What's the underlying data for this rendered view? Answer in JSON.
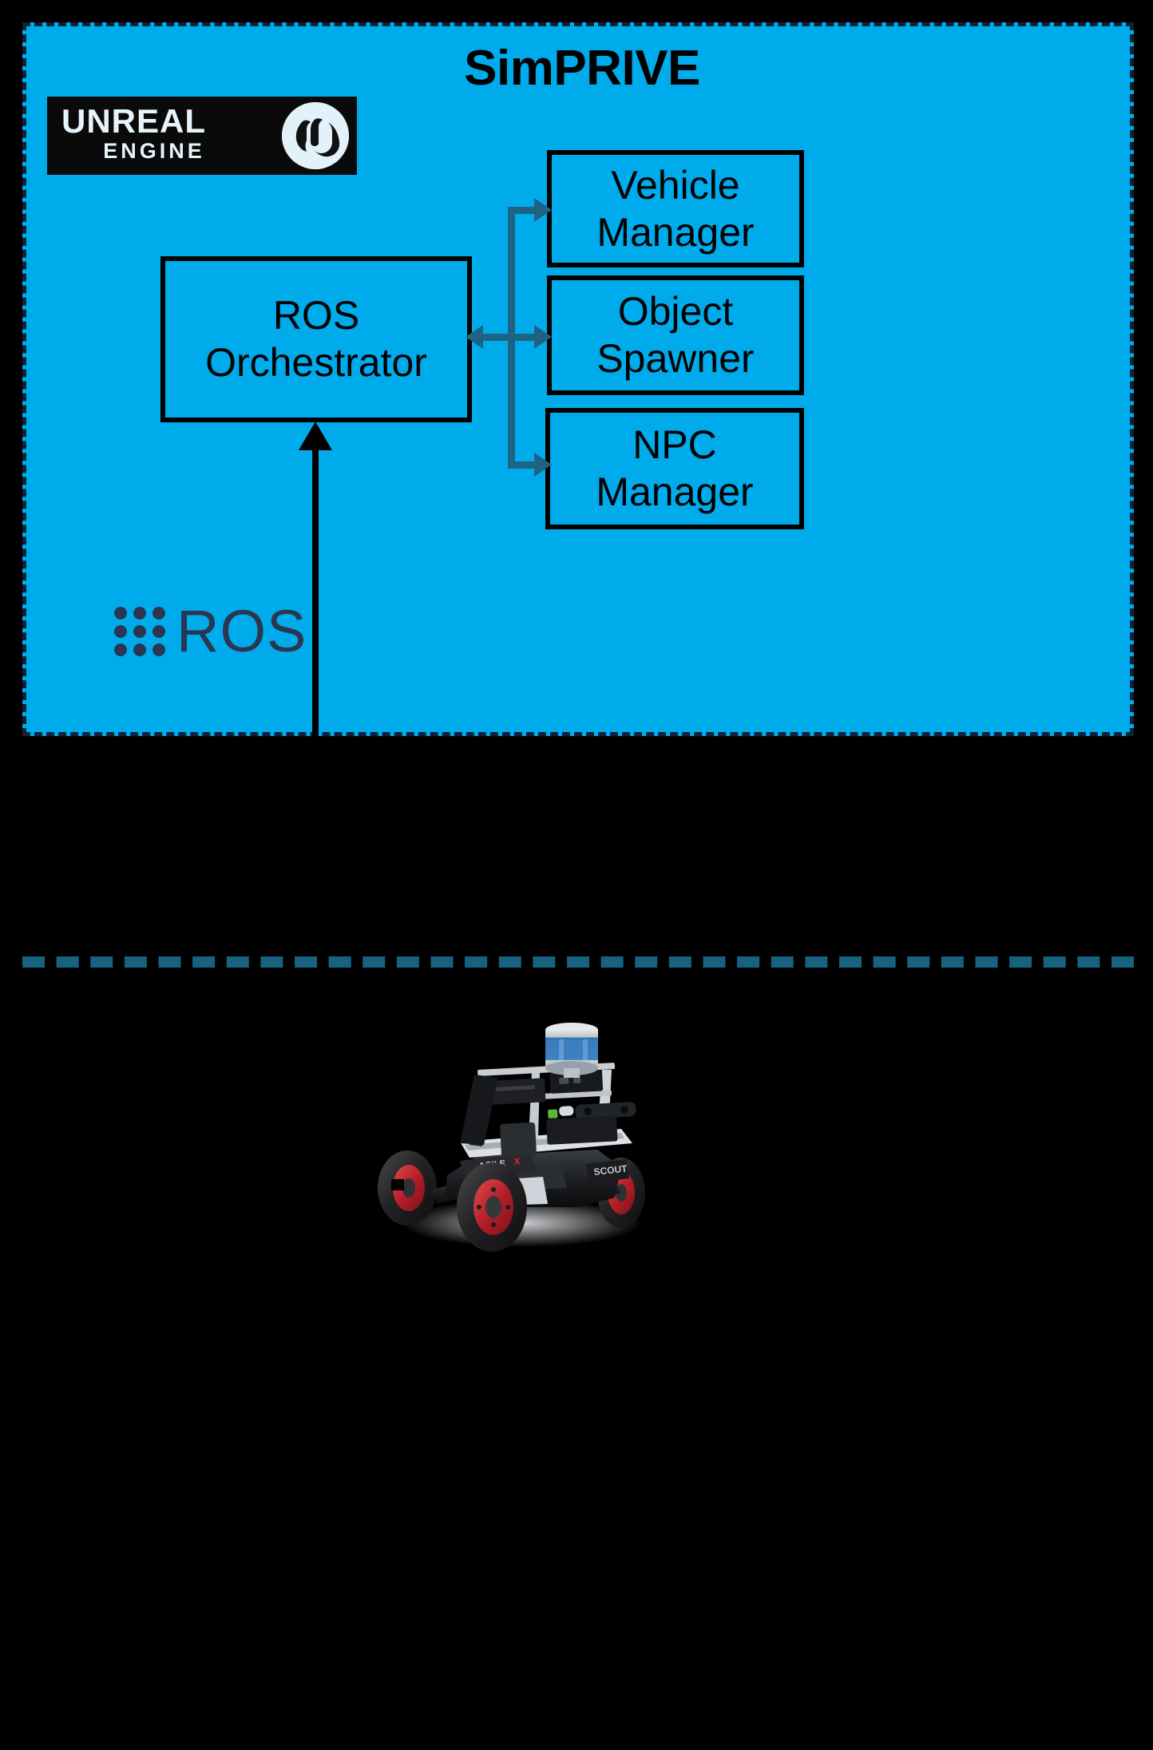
{
  "page": {
    "background_color": "#000000",
    "title": "SimPRIVE architecture diagram"
  },
  "sim_panel": {
    "title": "SimPRIVE",
    "background_color": "#00ABEC",
    "border_color": "#0D2235",
    "border_style": "dashed"
  },
  "unreal_logo": {
    "line1": "UNREAL",
    "line2": "ENGINE",
    "mark": "unreal-engine-u-icon",
    "background_color": "#0A0A0A",
    "text_color": "#E8F4FB"
  },
  "modules": {
    "orchestrator": {
      "line1": "ROS",
      "line2": "Orchestrator"
    },
    "vehicle": {
      "line1": "Vehicle",
      "line2": "Manager"
    },
    "object": {
      "line1": "Object",
      "line2": "Spawner"
    },
    "npc": {
      "line1": "NPC",
      "line2": "Manager"
    }
  },
  "connectors": {
    "color": "#1E6284",
    "vertical_arrow_color": "#000000",
    "links": [
      {
        "from": "ROS Orchestrator",
        "to": "Vehicle Manager",
        "direction": "one-way"
      },
      {
        "from": "ROS Orchestrator",
        "to": "Object Spawner",
        "direction": "two-way"
      },
      {
        "from": "ROS Orchestrator",
        "to": "NPC Manager",
        "direction": "one-way"
      },
      {
        "from": "ROS",
        "to": "ROS Orchestrator",
        "direction": "one-way-up"
      }
    ]
  },
  "ros_logo": {
    "label": "ROS",
    "color": "#2B3650",
    "dot_grid": "3x3"
  },
  "separator": {
    "color": "#16627F",
    "style": "dashed"
  },
  "robot": {
    "name": "AgileX Scout Mini",
    "brand_text": "AGILE X",
    "model_text": "SCOUT",
    "sensor": "lidar-top-mounted",
    "wheel_color": "#C1272D",
    "body_color": "#D8DCE0"
  }
}
